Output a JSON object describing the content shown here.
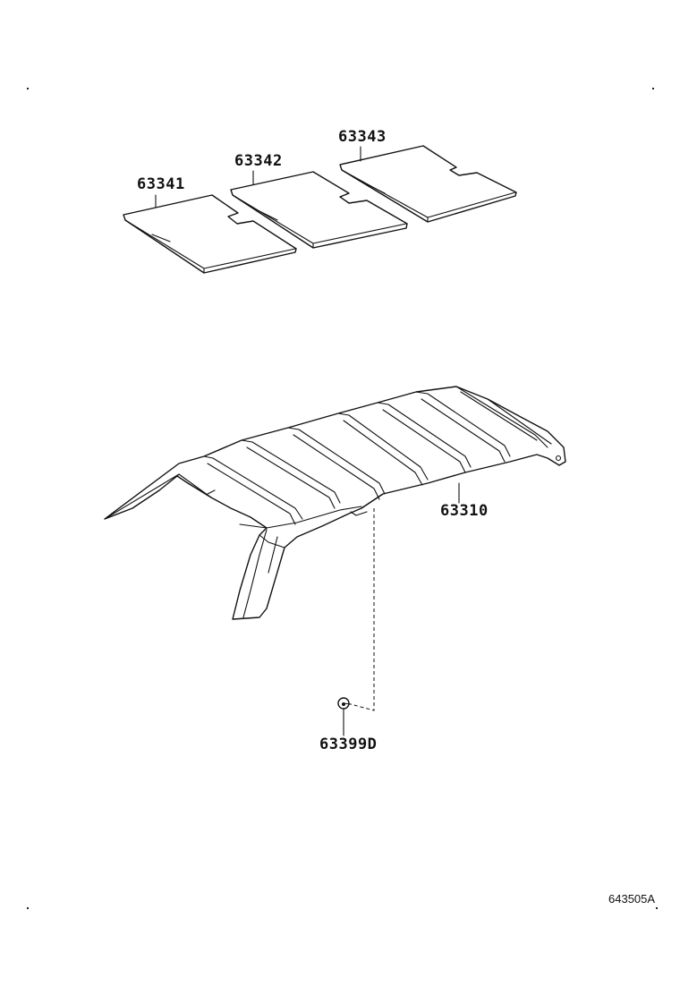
{
  "parts": {
    "pad_1": "63341",
    "pad_2": "63342",
    "pad_3": "63343",
    "headliner": "63310",
    "clip": "63399D"
  },
  "reference_code": "643505A"
}
